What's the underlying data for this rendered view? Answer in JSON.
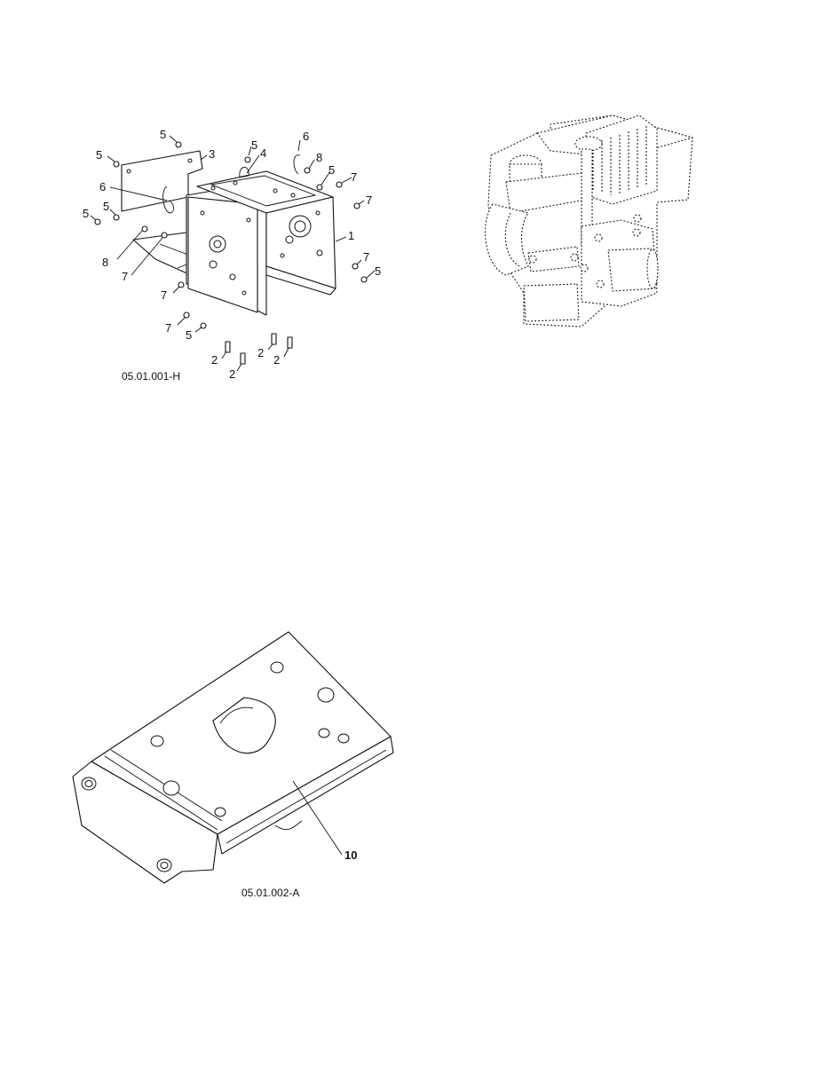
{
  "figure_1": {
    "figure_ref": "05.01.001-H",
    "callouts": [
      "5",
      "5",
      "3",
      "5",
      "4",
      "6",
      "8",
      "5",
      "7",
      "6",
      "5",
      "5",
      "7",
      "1",
      "8",
      "7",
      "7",
      "5",
      "7",
      "7",
      "5",
      "2",
      "2",
      "2",
      "2"
    ]
  },
  "figure_2": {
    "description_name": "engine-ghost-view"
  },
  "figure_3": {
    "figure_ref": "05.01.002-A",
    "callout": "10"
  }
}
